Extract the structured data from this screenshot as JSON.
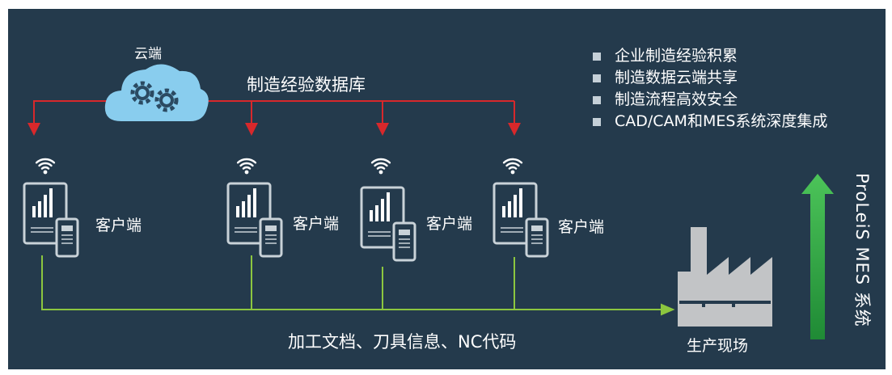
{
  "cloud": {
    "label": "云端"
  },
  "database": {
    "label": "制造经验数据库"
  },
  "clients": [
    {
      "label": "客户端"
    },
    {
      "label": "客户端"
    },
    {
      "label": "客户端"
    },
    {
      "label": "客户端"
    }
  ],
  "features": [
    "企业制造经验积累",
    "制造数据云端共享",
    "制造流程高效安全",
    "CAD/CAM和MES系统深度集成"
  ],
  "bottom_flow": {
    "label": "加工文档、刀具信息、NC代码"
  },
  "factory": {
    "label": "生产现场"
  },
  "system": {
    "label": "ProLeiS MES 系统"
  },
  "colors": {
    "background": "#243a4c",
    "red_line": "#d8282b",
    "green_line": "#8cc63f",
    "arrow_green": "#3db54a",
    "cloud": "#89cdee",
    "device_border": "#c9d2d8",
    "factory": "#c2c4c6"
  }
}
